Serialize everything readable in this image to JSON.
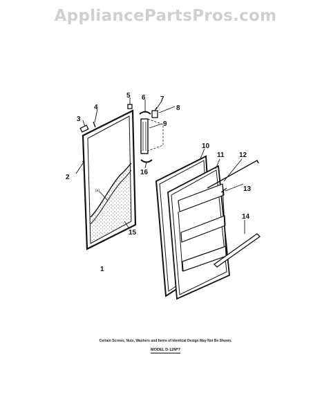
{
  "watermark": "AppliancePartsPros.com",
  "callouts": [
    "1",
    "2",
    "3",
    "4",
    "5",
    "6",
    "7",
    "8",
    "9",
    "10",
    "11",
    "12",
    "13",
    "14",
    "15",
    "16"
  ],
  "inset_label": "(a)",
  "footer_note": "Certain Screws, Nuts, Washers and Items of Identical Design May Not Be Shown.",
  "model_label": "MODEL D-12M*7"
}
